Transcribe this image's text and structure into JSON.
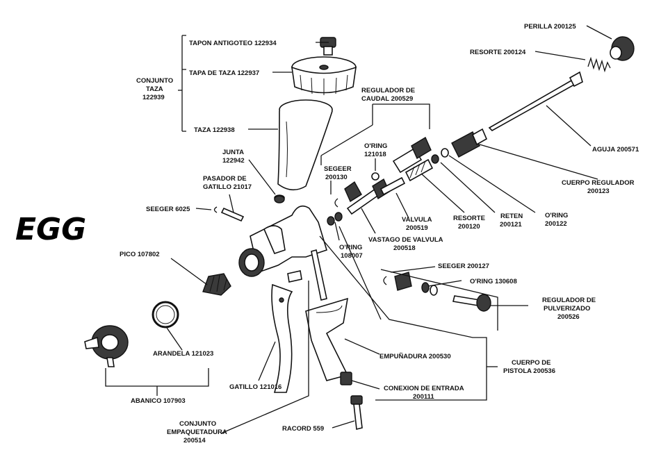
{
  "brand": "EGG",
  "labels": {
    "perilla": "PERILLA 200125",
    "resorte_200124": "RESORTE 200124",
    "tapon": "TAPON ANTIGOTEO 122934",
    "tapa": "TAPA DE TAZA 122937",
    "conjunto_taza_1": "CONJUNTO",
    "conjunto_taza_2": "TAZA",
    "conjunto_taza_3": "122939",
    "taza": "TAZA 122938",
    "regulador_caudal_1": "REGULADOR DE",
    "regulador_caudal_2": "CAUDAL 200529",
    "oring_121018_1": "O'RING",
    "oring_121018_2": "121018",
    "segeer_1": "SEGEER",
    "segeer_2": "200130",
    "junta_1": "JUNTA",
    "junta_2": "122942",
    "pasador_1": "PASADOR DE",
    "pasador_2": "GATILLO 21017",
    "seeger_6025": "SEEGER 6025",
    "aguja": "AGUJA 200571",
    "cuerpo_regulador_1": "CUERPO REGULADOR",
    "cuerpo_regulador_2": "200123",
    "valvula_1": "VALVULA",
    "valvula_2": "200519",
    "resorte_200120_1": "RESORTE",
    "resorte_200120_2": "200120",
    "reten_1": "RETEN",
    "reten_2": "200121",
    "oring_200122_1": "O'RING",
    "oring_200122_2": "200122",
    "vastago_1": "VASTAGO DE VALVULA",
    "vastago_2": "200518",
    "oring_108007_1": "O'RING",
    "oring_108007_2": "108007",
    "pico": "PICO 107802",
    "seeger_200127": "SEEGER 200127",
    "oring_130608": "O'RING 130608",
    "regulador_pulv_1": "REGULADOR DE",
    "regulador_pulv_2": "PULVERIZADO",
    "regulador_pulv_3": "200526",
    "arandela": "ARANDELA 121023",
    "empunadura": "EMPUÑADURA 200530",
    "cuerpo_pistola_1": "CUERPO DE",
    "cuerpo_pistola_2": "PISTOLA 200536",
    "gatillo": "GATILLO 121016",
    "conexion_1": "CONEXION DE ENTRADA",
    "conexion_2": "200111",
    "abanico": "ABANICO 107903",
    "empaquetadura_1": "CONJUNTO",
    "empaquetadura_2": "EMPAQUETADURA",
    "empaquetadura_3": "200514",
    "racord": "RACORD 559"
  }
}
